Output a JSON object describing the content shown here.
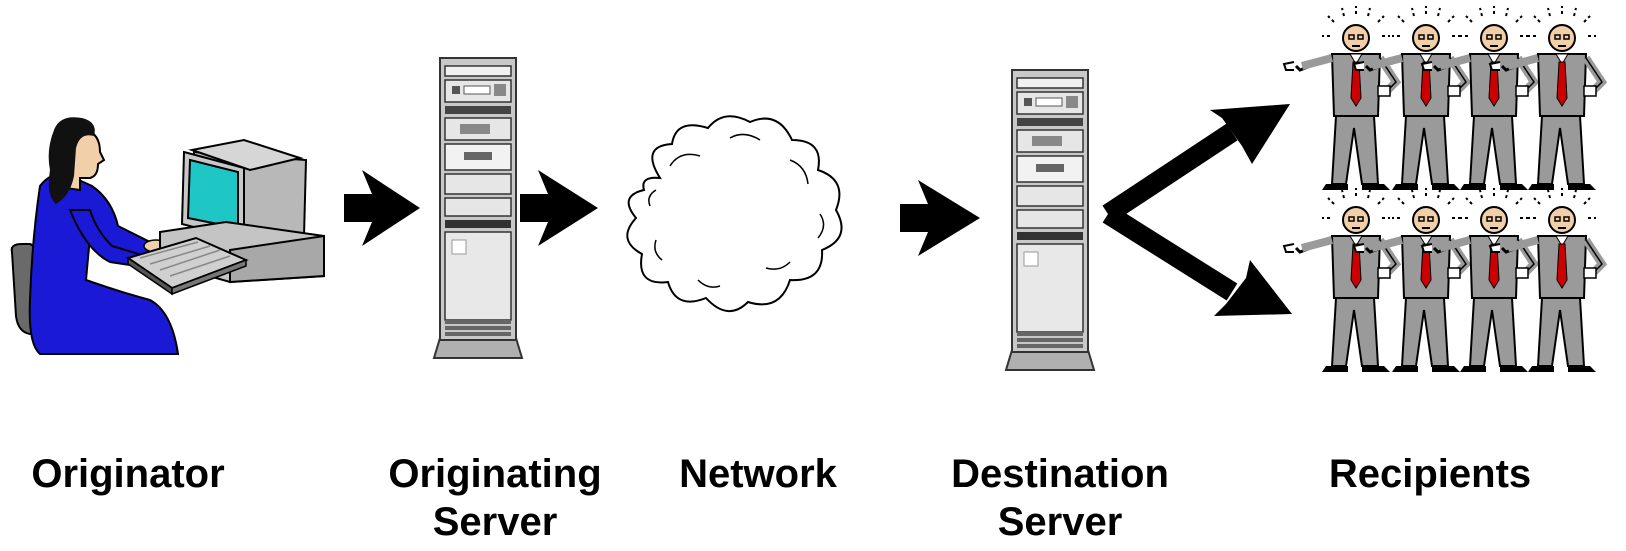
{
  "labels": {
    "originator": "Originator",
    "originating_server": "Originating\nServer",
    "network": "Network",
    "destination_server": "Destination\nServer",
    "recipients": "Recipients"
  },
  "colors": {
    "arrow": "#000000",
    "person_suit": "#1a1ad6",
    "monitor_screen": "#1fc6c6",
    "server_gray": "#c8c8c8",
    "recipient_suit": "#9a9a9a",
    "recipient_tie": "#cc0000",
    "cloud_fill": "#ffffff"
  },
  "icons": {
    "originator": "person-at-computer-icon",
    "servers": "server-rack-icon",
    "network": "cloud-icon",
    "recipients": "people-group-icon"
  },
  "recipient_rows": 2,
  "recipients_per_row": 4
}
